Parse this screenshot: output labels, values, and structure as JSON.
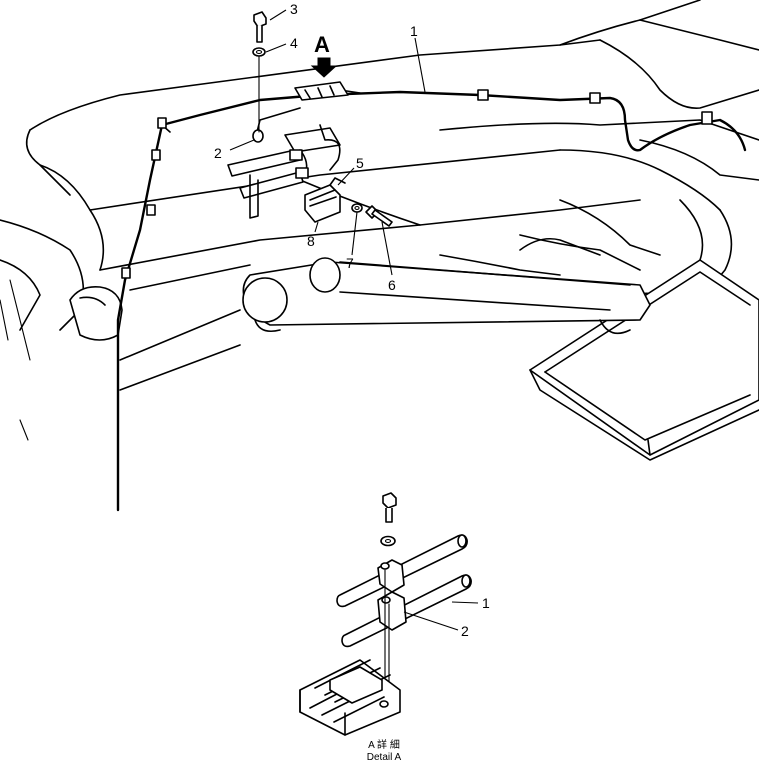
{
  "view_marker": "A",
  "callouts": {
    "c1": "1",
    "c2": "2",
    "c3": "3",
    "c4": "4",
    "c5": "5",
    "c6": "6",
    "c7": "7",
    "c8": "8"
  },
  "detail_callouts": {
    "d1": "1",
    "d2": "2"
  },
  "detail_caption": {
    "line1": "A 詳 細",
    "line2": "Detail A"
  }
}
